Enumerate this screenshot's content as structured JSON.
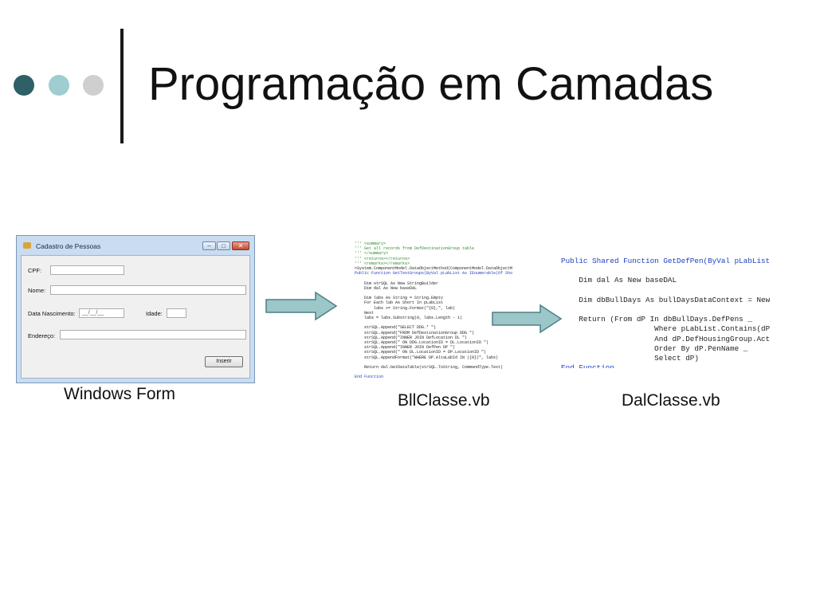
{
  "slide": {
    "title": "Programação em Camadas",
    "dot_colors": [
      "#2f5f67",
      "#9fcdd0",
      "#cfcfcf"
    ]
  },
  "form": {
    "window_title": "Cadastro de Pessoas",
    "labels": {
      "cpf": "CPF:",
      "nome": "Nome:",
      "data_nascimento": "Data Nascimento:",
      "idade": "Idade:",
      "endereco": "Endereço:"
    },
    "date_mask": "__/__/__",
    "button_label": "Inserir"
  },
  "captions": {
    "windows_form": "Windows Form",
    "bll": "BllClasse.vb",
    "dal": "DalClasse.vb"
  },
  "bll_code": [
    [
      "cm",
      "''' <summary>"
    ],
    [
      "cm",
      "''' Get all records from DefDestinationGroup table"
    ],
    [
      "cm",
      "''' </summary>"
    ],
    [
      "cm",
      "''' <returns></returns>"
    ],
    [
      "cm",
      "''' <remarks></remarks>"
    ],
    [
      "tx",
      "<System.ComponentModel.DataObjectMethod(ComponentModel.DataObjectMet"
    ],
    [
      "kw",
      "Public Function GetTestGroups(ByVal pLabList As IEnumerable(Of Short)"
    ],
    [
      "tx",
      ""
    ],
    [
      "tx",
      "    Dim strSQL As New StringBuilder"
    ],
    [
      "tx",
      "    Dim dal As New baseDAL"
    ],
    [
      "tx",
      ""
    ],
    [
      "tx",
      "    Dim labs As String = String.Empty"
    ],
    [
      "tx",
      "    For Each lab As Short In pLabList"
    ],
    [
      "tx",
      "        labs += String.Format(\"{0},\", lab)"
    ],
    [
      "tx",
      "    Next"
    ],
    [
      "tx",
      "    labs = labs.Substring(0, labs.Length - 1)"
    ],
    [
      "tx",
      ""
    ],
    [
      "tx",
      "    strSQL.Append(\"SELECT DDG.* \")"
    ],
    [
      "tx",
      "    strSQL.Append(\"FROM DefDestinationGroup DDG \")"
    ],
    [
      "tx",
      "    strSQL.Append(\"INNER JOIN DefLocation DL \")"
    ],
    [
      "tx",
      "    strSQL.Append(\" ON DDG.LocationID = DL.LocationID \")"
    ],
    [
      "tx",
      "    strSQL.Append(\"INNER JOIN DefPen DP \")"
    ],
    [
      "tx",
      "    strSQL.Append(\" ON DL.LocationID = DP.LocationID \")"
    ],
    [
      "tx",
      "    strSQL.AppendFormat(\"WHERE DP.AltaLabId IN ({0})\", labs)"
    ],
    [
      "tx",
      ""
    ],
    [
      "tx",
      "    Return dal.GetDataTable(strSQL.ToString, CommandType.Text)"
    ],
    [
      "tx",
      ""
    ],
    [
      "kw",
      "End Function"
    ]
  ],
  "dal_code": [
    [
      "kw",
      "Public Shared Function GetDefPen(ByVal pLabList As I"
    ],
    [
      "tx",
      ""
    ],
    [
      "tx",
      "    Dim dal As New baseDAL"
    ],
    [
      "tx",
      ""
    ],
    [
      "tx",
      "    Dim dbBullDays As bullDaysDataContext = New bull"
    ],
    [
      "tx",
      ""
    ],
    [
      "tx",
      "    Return (From dP In dbBullDays.DefPens _"
    ],
    [
      "tx",
      "                     Where pLabList.Contains(dP.DefHo"
    ],
    [
      "tx",
      "                     And dP.DefHousingGroup.Active.Eq"
    ],
    [
      "tx",
      "                     Order By dP.PenName _"
    ],
    [
      "tx",
      "                     Select dP)"
    ],
    [
      "kw",
      "End Function"
    ]
  ]
}
